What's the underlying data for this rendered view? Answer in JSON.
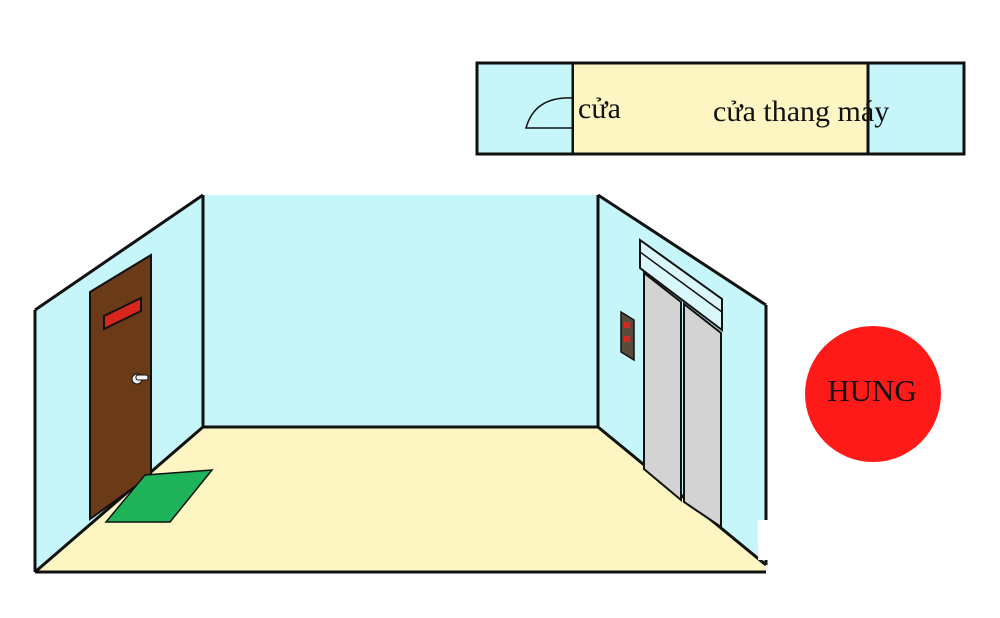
{
  "floor_plan": {
    "door_label": "cửa",
    "elevator_door_label": "cửa thang máy"
  },
  "badge": {
    "text": "HUNG"
  },
  "colors": {
    "wall": "#c6f5fa",
    "floor": "#fdf6c3",
    "door": "#6b3a17",
    "doormat": "#1fb35a",
    "elevator_door": "#d3d3d3",
    "door_sign": "#d7261b",
    "badge": "#ff1a1a",
    "outline": "#111111"
  }
}
